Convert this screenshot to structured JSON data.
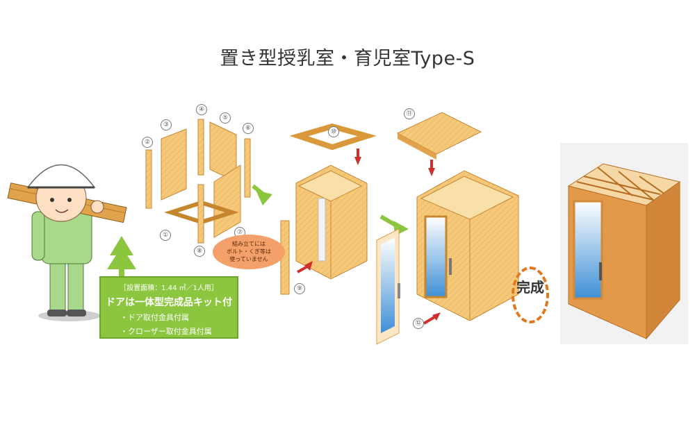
{
  "title": "置き型授乳室・育児室Type-S",
  "labels": [
    "②",
    "③",
    "④",
    "⑤",
    "⑥",
    "①",
    "⑦",
    "⑧",
    "⑩",
    "⑨",
    "⑪",
    "⑫"
  ],
  "note": {
    "line1": "［設置面積：1.44 ㎡／1人用］",
    "line2": "ドアは一体型完成品キット付",
    "line3": "・ドア取付金具付属",
    "line4": "・クローザー取付金具付属"
  },
  "bubble": {
    "line1": "組み立てには",
    "line2": "ボルト・くぎ等は",
    "line3": "使っていません"
  },
  "done_label": "完成",
  "colors": {
    "wood": "#f6c97a",
    "wood_dark": "#d9993b",
    "green_box": "#8cc63f",
    "arrow_green": "#8cc63f",
    "arrow_red": "#d0312d",
    "orange_dash": "#e07820"
  }
}
